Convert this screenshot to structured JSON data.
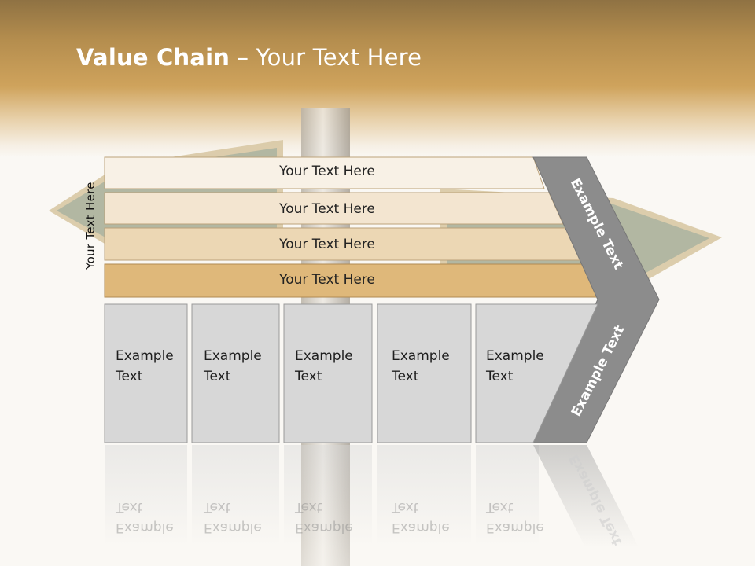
{
  "title": {
    "bold": "Value Chain",
    "rest": " – Your Text Here"
  },
  "side_label": "Your Text Here",
  "rows": [
    {
      "label": "Your Text Here",
      "color": "#f8f1e6"
    },
    {
      "label": "Your Text Here",
      "color": "#f3e5d0"
    },
    {
      "label": "Your Text Here",
      "color": "#ecd7b4"
    },
    {
      "label": "Your Text Here",
      "color": "#dfb87a"
    }
  ],
  "boxes": [
    {
      "line1": "Example",
      "line2": "Text"
    },
    {
      "line1": "Example",
      "line2": "Text"
    },
    {
      "line1": "Example",
      "line2": "Text"
    },
    {
      "line1": "Example",
      "line2": "Text"
    },
    {
      "line1": "Example",
      "line2": "Text"
    }
  ],
  "chevron": {
    "upper_label": "Example Text",
    "lower_label": "Example Text",
    "color": "#8c8c8c"
  },
  "colors": {
    "header_gold": "#cfa35c",
    "box_gray": "#d7d7d7",
    "sign_green": "#aab3a0"
  }
}
